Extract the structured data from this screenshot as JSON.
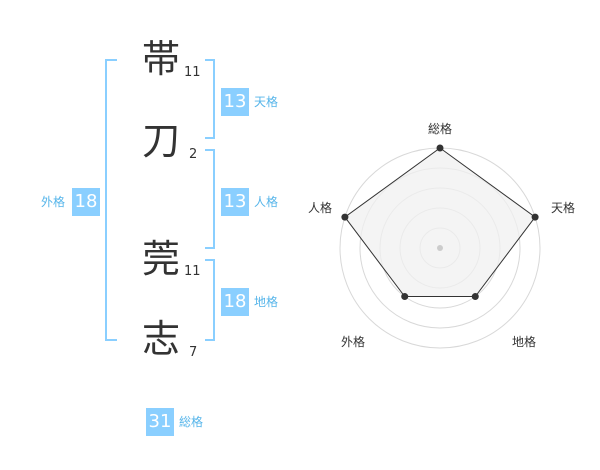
{
  "colors": {
    "bracket": "#8acfff",
    "badge": "#8acfff",
    "badge_label": "#56b5ea",
    "text": "#333333",
    "radar_ring": "#d8d8d8",
    "radar_fill": "#f0f0f0",
    "radar_stroke": "#333333",
    "center_dot": "#cccccc"
  },
  "characters": [
    {
      "char": "帯",
      "strokes": "11"
    },
    {
      "char": "刀",
      "strokes": "2"
    },
    {
      "char": "莞",
      "strokes": "11"
    },
    {
      "char": "志",
      "strokes": "7"
    }
  ],
  "kaku": {
    "tenkaku": {
      "value": "13",
      "label": "天格"
    },
    "jinkaku": {
      "value": "13",
      "label": "人格"
    },
    "chikaku": {
      "value": "18",
      "label": "地格"
    },
    "gaikaku": {
      "value": "18",
      "label": "外格"
    },
    "soukaku": {
      "value": "31",
      "label": "総格"
    }
  },
  "chart_data": {
    "type": "radar",
    "axes": [
      "総格",
      "天格",
      "地格",
      "外格",
      "人格"
    ],
    "values": [
      1.0,
      1.0,
      0.6,
      0.6,
      1.0
    ],
    "rings": 5,
    "range": [
      0,
      1
    ]
  }
}
